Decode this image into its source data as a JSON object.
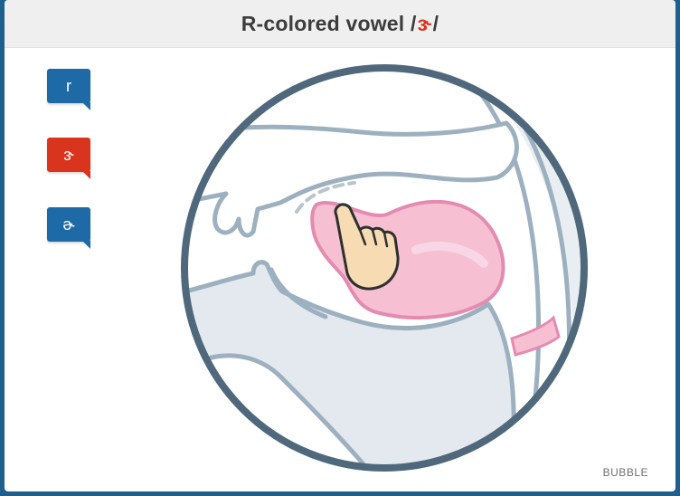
{
  "header": {
    "title_prefix": "R-colored vowel /",
    "title_symbol": "ɝ",
    "title_suffix": "/"
  },
  "phonemes": [
    {
      "label": "r",
      "color": "#1e6aa6",
      "selected": false
    },
    {
      "label": "ɝ",
      "color": "#d9341e",
      "selected": true
    },
    {
      "label": "ɚ",
      "color": "#1e6aa6",
      "selected": false
    }
  ],
  "illustration": {
    "subject": "mouth cross-section with tongue position",
    "colors": {
      "outline": "#4f687c",
      "tongue": "#f6bfd2",
      "tongue_stroke": "#e48bb0",
      "tissue_stroke": "#9db0bf",
      "hand": "#f7dcb3"
    },
    "icons": [
      "hand-pointer-icon"
    ]
  },
  "footer": {
    "credit": "BUBBLE"
  }
}
